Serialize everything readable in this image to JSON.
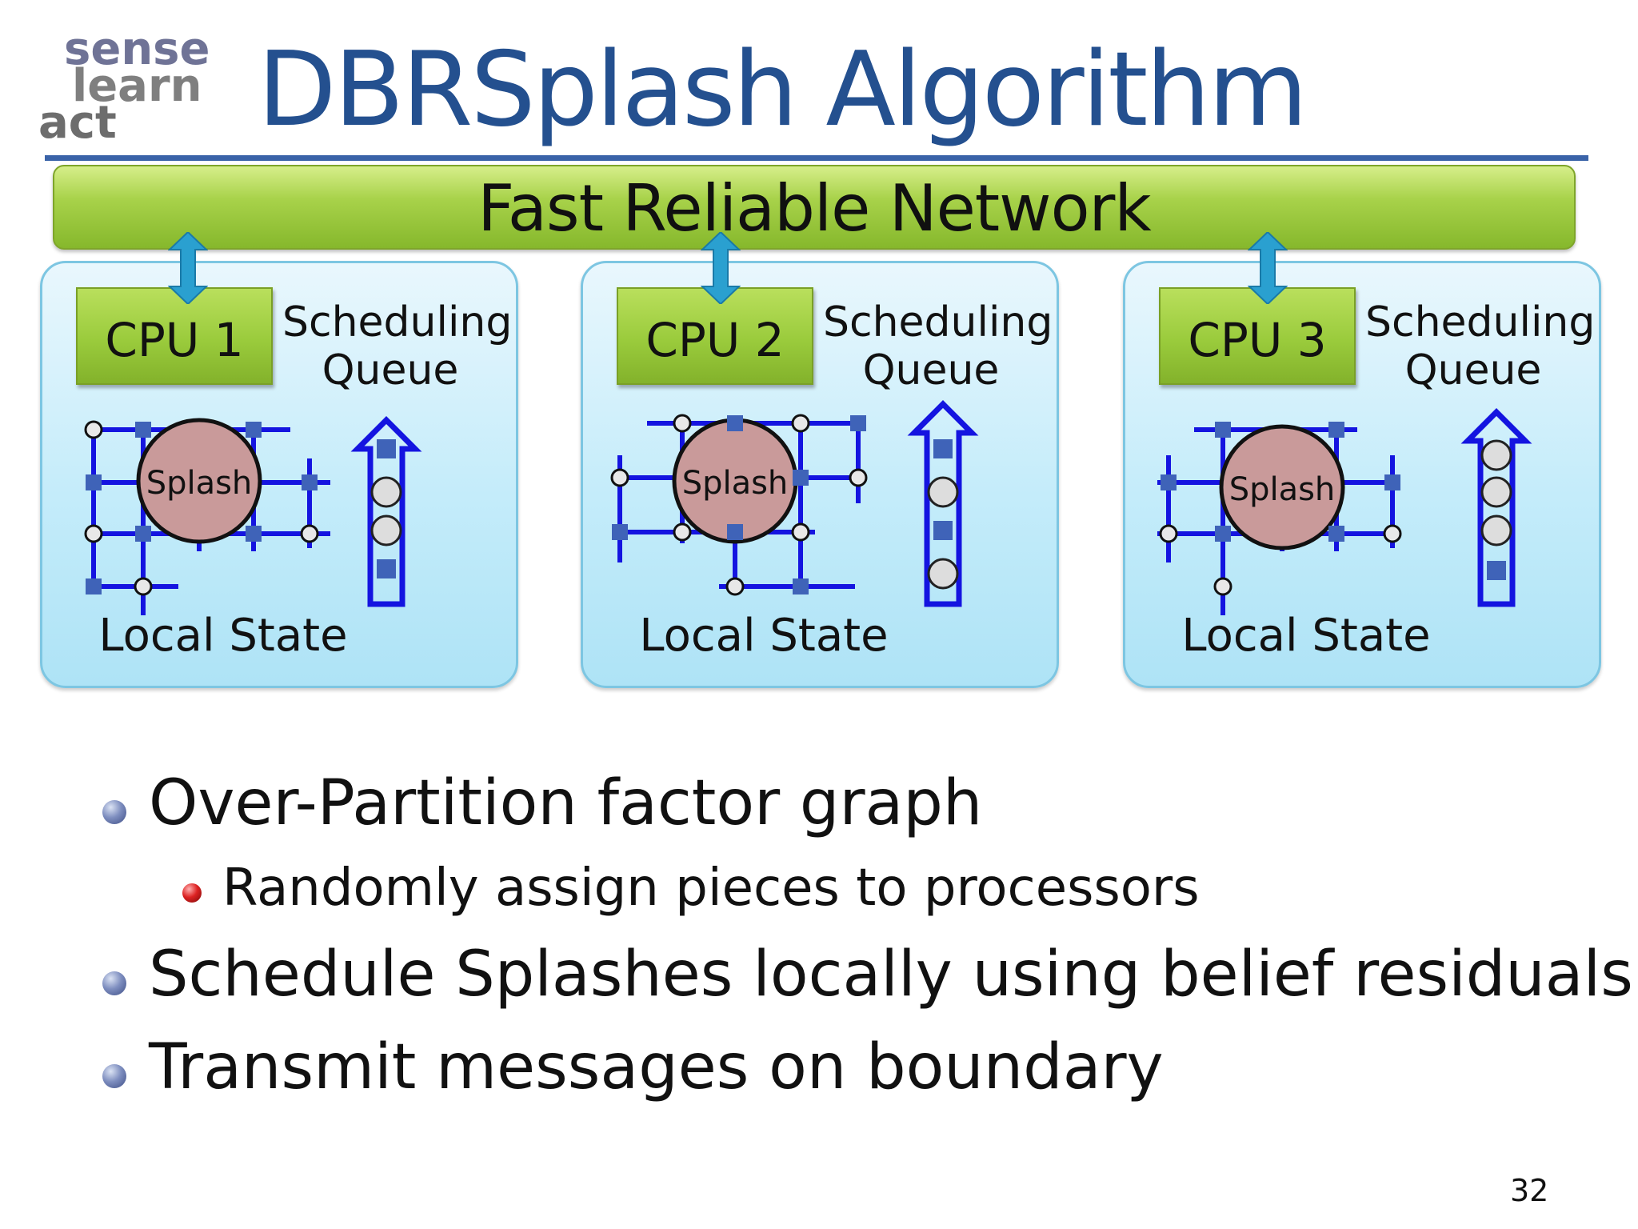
{
  "logo": {
    "line1": "sense",
    "line2": "learn",
    "line3": "act"
  },
  "title": "DBRSplash Algorithm",
  "network": "Fast Reliable Network",
  "panels": [
    {
      "cpu": "CPU 1",
      "queue_line1": "Scheduling",
      "queue_line2": "Queue",
      "splash": "Splash",
      "local_state": "Local State"
    },
    {
      "cpu": "CPU 2",
      "queue_line1": "Scheduling",
      "queue_line2": "Queue",
      "splash": "Splash",
      "local_state": "Local State"
    },
    {
      "cpu": "CPU 3",
      "queue_line1": "Scheduling",
      "queue_line2": "Queue",
      "splash": "Splash",
      "local_state": "Local State"
    }
  ],
  "bullets": {
    "b1": "Over-Partition factor graph",
    "b1_sub": "Randomly assign pieces to processors",
    "b2": "Schedule Splashes locally using belief residuals",
    "b3": "Transmit messages on boundary"
  },
  "page_number": "32",
  "colors": {
    "title": "#24508f",
    "network": "#9acb3c",
    "panel": "#c4ecfa",
    "graph": "#1414e0",
    "splash": "#c99a9a"
  }
}
